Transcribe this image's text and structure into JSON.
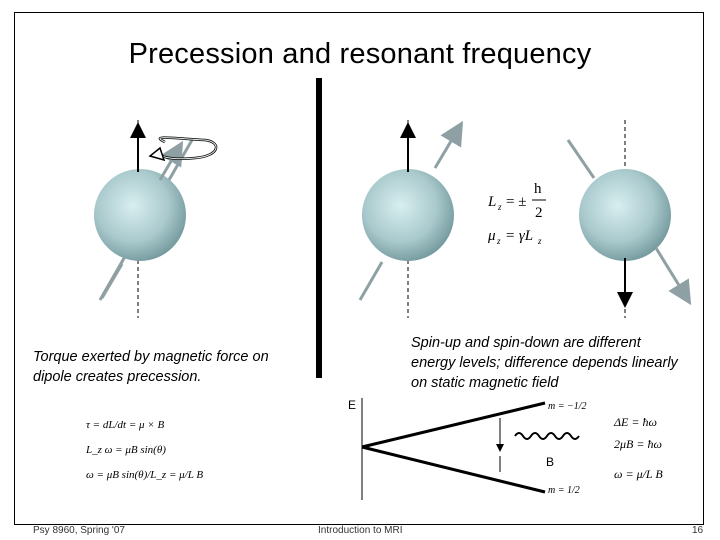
{
  "slide": {
    "title": "Precession and resonant frequency",
    "caption_left": "Torque exerted by magnetic force on dipole creates precession.",
    "caption_right": "Spin-up and spin-down are different energy levels; difference depends linearly on static magnetic field",
    "footer_left": "Psy 8960, Spring '07",
    "footer_center": "Introduction to MRI",
    "footer_right": "16"
  },
  "equations": {
    "lz_lhs": "L",
    "lz_sub": "z",
    "lz_rhs": "= ±",
    "lz_num": "h",
    "lz_den": "2",
    "mu_lhs": "μ",
    "mu_sub": "z",
    "mu_rhs": "= γL",
    "mu_rhs_sub": "z",
    "torque_line1": "τ = dL/dt = μ × B",
    "torque_line2": "L_z ω = μB sin(θ)",
    "torque_line3": "ω = μB sin(θ)/L_z = μ/L B"
  },
  "energy_diagram": {
    "axis_e": "E",
    "axis_b": "B",
    "upper_level": "m = −1/2",
    "lower_level": "m = 1/2",
    "delta_e": "ΔE = ħω",
    "two_mu_b": "2μB = ħω",
    "omega_eq": "ω = μ/L B"
  },
  "colors": {
    "sphere_light": "#d8eef0",
    "sphere_dark": "#6f9599",
    "arrow_gray": "#8fa0a4"
  }
}
